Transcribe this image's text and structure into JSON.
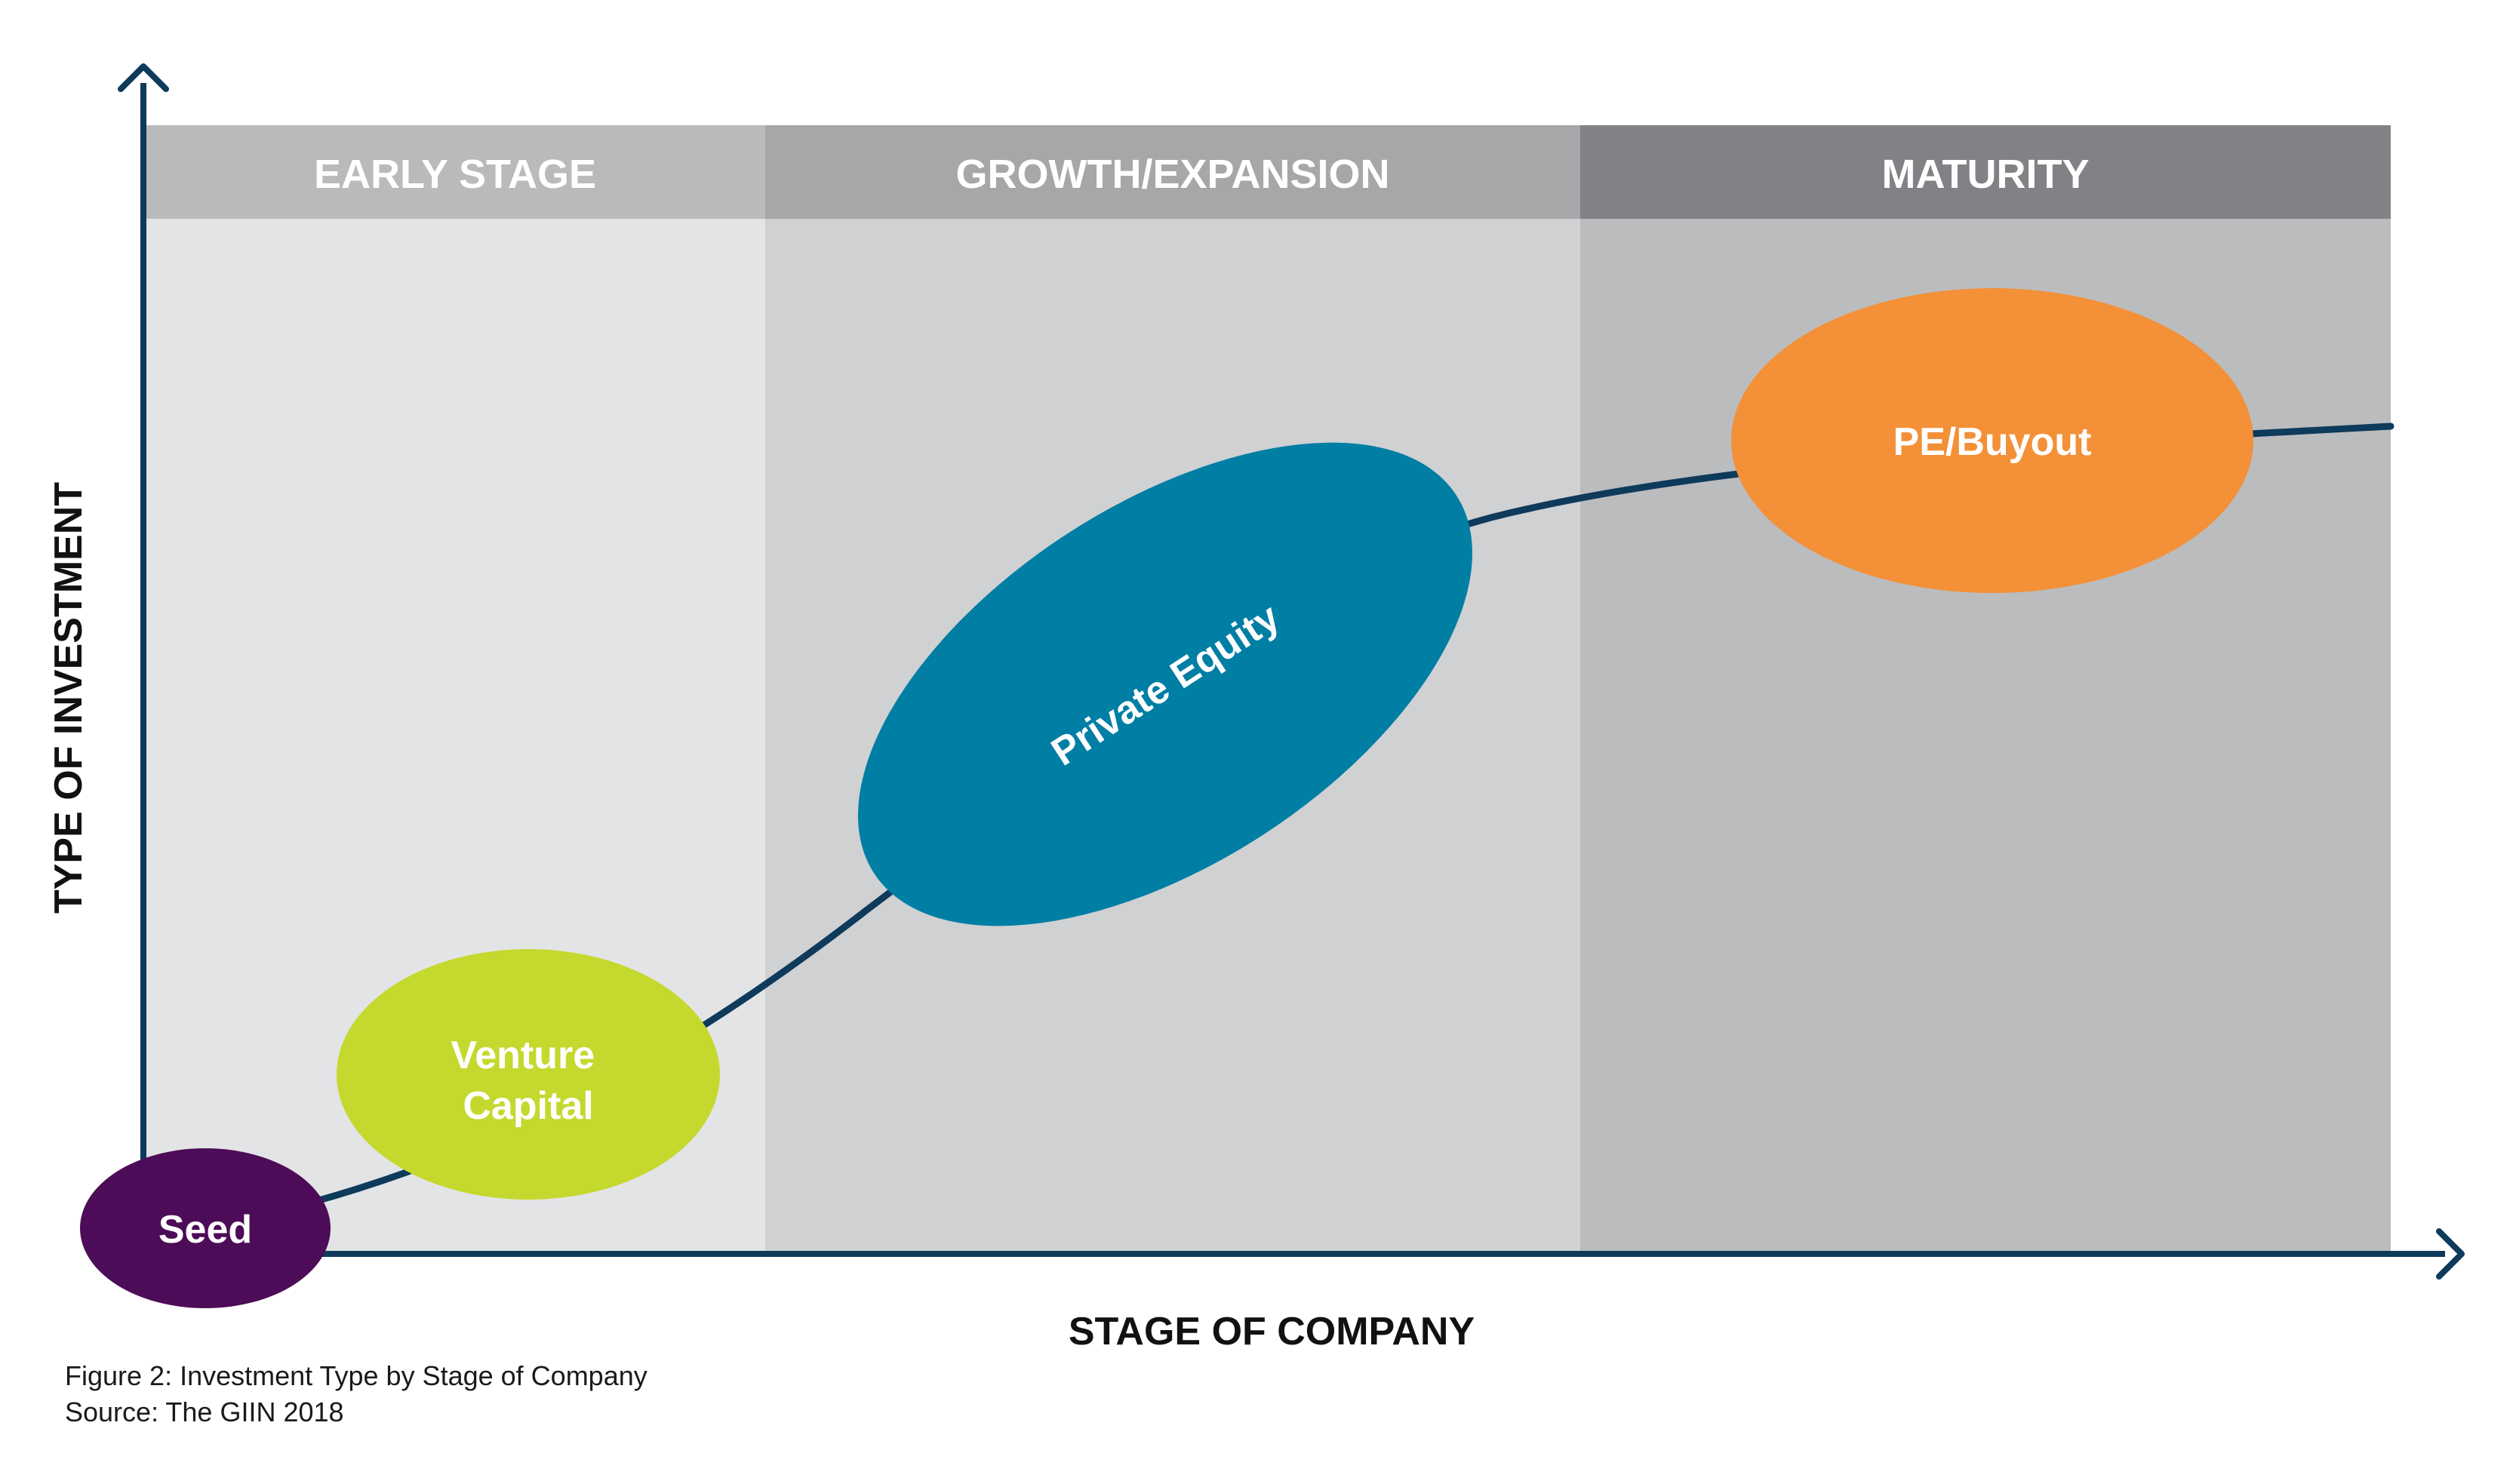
{
  "colors": {
    "axis": "#0e3a5b",
    "seed": "#4d0c57",
    "venture_capital": "#c5d82e",
    "private_equity": "#007ea4",
    "pe_buyout": "#f39038",
    "early_band_header": "#b9babc",
    "early_band_body": "#e3e4e6",
    "growth_band_header": "#a6a7a9",
    "growth_band_body": "#d0d1d3",
    "maturity_band_header": "#818285",
    "maturity_band_body": "#bbbcbe"
  },
  "bands": [
    {
      "label": "EARLY STAGE"
    },
    {
      "label": "GROWTH/EXPANSION"
    },
    {
      "label": "MATURITY"
    }
  ],
  "stages": {
    "seed": "Seed",
    "venture_capital_line1": "Venture",
    "venture_capital_line2": "Capital",
    "private_equity": "Private Equity",
    "pe_buyout": "PE/Buyout"
  },
  "axes": {
    "y_label": "TYPE OF INVESTMENT",
    "x_label": "STAGE OF COMPANY"
  },
  "caption": {
    "figure": "Figure 2: Investment Type by Stage of Company",
    "source": "Source: The GIIN 2018"
  }
}
